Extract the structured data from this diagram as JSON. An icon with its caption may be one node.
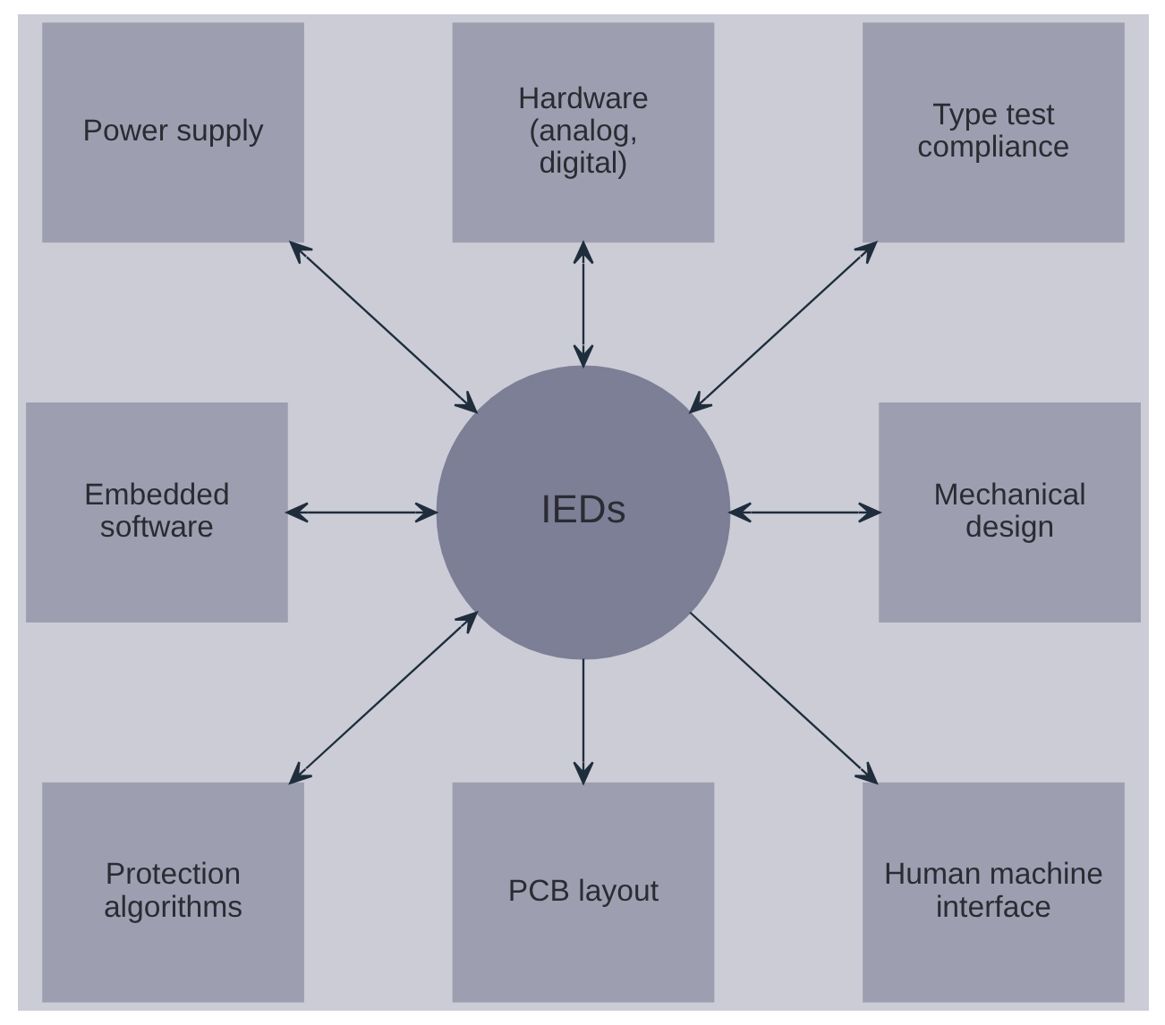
{
  "diagram": {
    "nodes": [
      {
        "text": [
          "Hardware (analog, digital)"
        ]
      },
      {
        "text": [
          "Power supply"
        ]
      },
      {
        "text": [
          "Type test compliance"
        ]
      },
      {
        "text": [
          "Embedded software"
        ]
      },
      {
        "text": [
          "IEDs"
        ]
      },
      {
        "text": [
          "Mechanical design"
        ]
      },
      {
        "text": [
          "Protection algorithms"
        ]
      },
      {
        "text": [
          "Human machine interface"
        ]
      },
      {
        "text": [
          "PCB layout"
        ]
      }
    ],
    "edges": [
      {
        "from": 1,
        "to": 4,
        "arrow": "both"
      },
      {
        "from": 0,
        "to": 4,
        "arrow": "both"
      },
      {
        "from": 2,
        "to": 4,
        "arrow": "both"
      },
      {
        "from": 3,
        "to": 4,
        "arrow": "both"
      },
      {
        "from": 4,
        "to": 5,
        "arrow": "both"
      },
      {
        "from": 4,
        "to": 6,
        "arrow": "both"
      },
      {
        "from": 4,
        "to": 8,
        "arrow": "to"
      },
      {
        "from": 4,
        "to": 7,
        "arrow": "to"
      }
    ]
  }
}
